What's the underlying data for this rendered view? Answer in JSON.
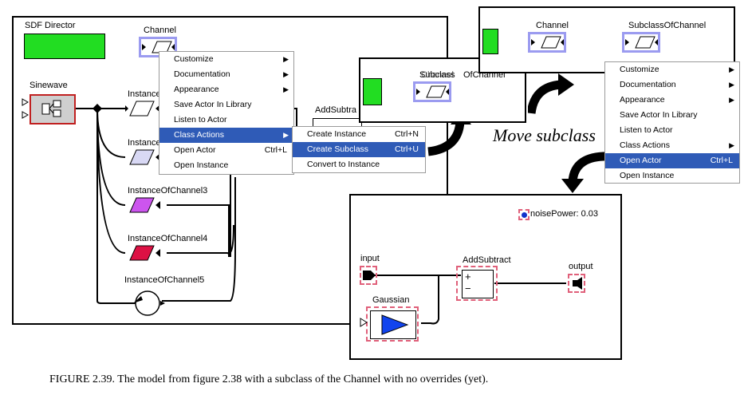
{
  "left_model": {
    "director_label": "SDF Director",
    "channel_label": "Channel",
    "sinewave_label": "Sinewave",
    "instances": [
      "Instance",
      "Instance",
      "InstanceOfChannel3",
      "InstanceOfChannel4",
      "InstanceOfChannel5"
    ],
    "addsubtract_label": "AddSubtra"
  },
  "context_menu_1": {
    "items": [
      {
        "label": "Customize",
        "submenu": true
      },
      {
        "label": "Documentation",
        "submenu": true
      },
      {
        "label": "Appearance",
        "submenu": true
      },
      {
        "label": "Save Actor In Library"
      },
      {
        "label": "Listen to Actor"
      },
      {
        "label": "Class Actions",
        "submenu": true,
        "selected": true
      },
      {
        "label": "Open Actor",
        "shortcut": "Ctrl+L"
      },
      {
        "label": "Open Instance"
      }
    ]
  },
  "submenu": {
    "items": [
      {
        "label": "Create Instance",
        "shortcut": "Ctrl+N"
      },
      {
        "label": "Create Subclass",
        "shortcut": "Ctrl+U",
        "selected": true
      },
      {
        "label": "Convert to Instance"
      }
    ]
  },
  "middle_panel": {
    "overlap_label_a": "Subclass",
    "overlap_label_b": "OfChannel",
    "overlap_label_c": "Channel"
  },
  "top_right_panel": {
    "channel_label": "Channel",
    "subclass_label": "SubclassOfChannel"
  },
  "context_menu_2": {
    "items": [
      {
        "label": "Customize",
        "submenu": true
      },
      {
        "label": "Documentation",
        "submenu": true
      },
      {
        "label": "Appearance",
        "submenu": true
      },
      {
        "label": "Save Actor In Library"
      },
      {
        "label": "Listen to Actor"
      },
      {
        "label": "Class Actions",
        "submenu": true
      },
      {
        "label": "Open Actor",
        "shortcut": "Ctrl+L",
        "selected": true
      },
      {
        "label": "Open Instance"
      }
    ]
  },
  "annotation": "Move subclass",
  "bottom_model": {
    "param_label": "noisePower: 0.03",
    "input_label": "input",
    "addsubtract_label": "AddSubtract",
    "plus": "+",
    "minus": "−",
    "output_label": "output",
    "gaussian_label": "Gaussian"
  },
  "caption": "FIGURE 2.39.  The model from figure 2.38 with a subclass of the Channel with no overrides (yet).",
  "colors": {
    "director_green": "#22dd22",
    "menu_highlight": "#2f5bb7",
    "selection_blue": "#9b9bf0",
    "instance3_fill": "#cc55ee",
    "instance4_fill": "#dd1144",
    "instance2_fill": "#d8d8f4",
    "gaussian_blue": "#1144ee",
    "dashed_pink": "#e0607a"
  }
}
